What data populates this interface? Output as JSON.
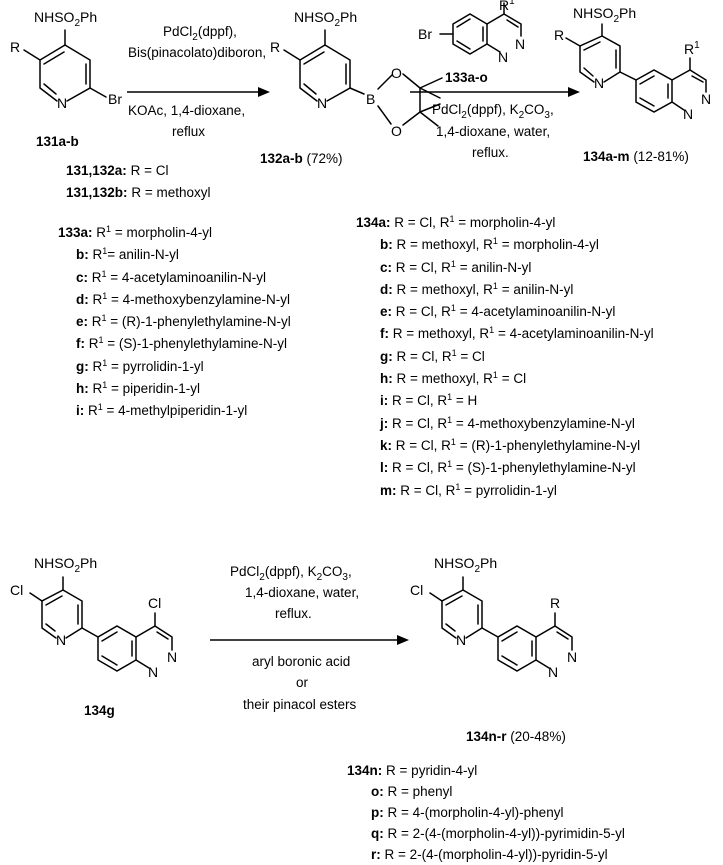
{
  "scheme": {
    "compounds": {
      "c131": {
        "label": "131a-b",
        "substituent_top": "NHSO2Ph",
        "substituent_left": "R",
        "atom_ring": "N",
        "atom_br": "Br"
      },
      "c132": {
        "label": "132a-b",
        "yield": "(72%)",
        "substituent_top": "NHSO2Ph",
        "substituent_left": "R",
        "atom_ring": "N",
        "atom_b": "B",
        "atom_o": "O"
      },
      "c133": {
        "label": "133a-o",
        "atom_br": "Br",
        "substituent": "R1",
        "atom_n": "N"
      },
      "c134": {
        "label": "134a-m",
        "yield": "(12-81%)",
        "substituent_top": "NHSO2Ph",
        "substituent_left": "R",
        "substituent_r1": "R1",
        "atom_n": "N"
      },
      "c134g": {
        "label": "134g",
        "substituent_top": "NHSO2Ph",
        "atom_cl": "Cl",
        "atom_n": "N"
      },
      "c134nr": {
        "label": "134n-r",
        "yield": "(20-48%)",
        "substituent_top": "NHSO2Ph",
        "atom_cl": "Cl",
        "substituent_r": "R",
        "atom_n": "N"
      }
    },
    "reactions": {
      "step1": {
        "above": [
          "PdCl2(dppf),",
          "Bis(pinacolato)diboron,"
        ],
        "below": [
          "KOAc, 1,4-dioxane,",
          "reflux"
        ]
      },
      "step2": {
        "below": [
          "PdCl2(dppf), K2CO3,",
          "1,4-dioxane, water,",
          "reflux."
        ]
      },
      "step3": {
        "above": [
          "PdCl2(dppf), K2CO3,",
          "1,4-dioxane, water,",
          "reflux."
        ],
        "below": [
          "aryl boronic acid",
          "or",
          "their pinacol esters"
        ]
      }
    },
    "r_definitions": [
      {
        "label": "131,132a:",
        "text": "R = Cl"
      },
      {
        "label": "131,132b:",
        "text": "R = methoxyl"
      }
    ],
    "list_133": [
      {
        "label": "133a:",
        "text": "R1 = morpholin-4-yl"
      },
      {
        "label": "b:",
        "text": "R1= anilin-N-yl"
      },
      {
        "label": "c:",
        "text": "R1 = 4-acetylaminoanilin-N-yl"
      },
      {
        "label": "d:",
        "text": "R1 = 4-methoxybenzylamine-N-yl"
      },
      {
        "label": "e:",
        "text": "R1 = (R)-1-phenylethylamine-N-yl"
      },
      {
        "label": "f:",
        "text": "R1 = (S)-1-phenylethylamine-N-yl"
      },
      {
        "label": "g:",
        "text": "R1 = pyrrolidin-1-yl"
      },
      {
        "label": "h:",
        "text": "R1 = piperidin-1-yl"
      },
      {
        "label": "i:",
        "text": "R1 = 4-methylpiperidin-1-yl"
      }
    ],
    "list_134": [
      {
        "label": "134a:",
        "text": "R = Cl, R1 = morpholin-4-yl"
      },
      {
        "label": "b:",
        "text": "R = methoxyl, R1 = morpholin-4-yl"
      },
      {
        "label": "c:",
        "text": "R = Cl, R1 = anilin-N-yl"
      },
      {
        "label": "d:",
        "text": "R = methoxyl, R1 = anilin-N-yl"
      },
      {
        "label": "e:",
        "text": "R = Cl, R1 = 4-acetylaminoanilin-N-yl"
      },
      {
        "label": "f:",
        "text": "R = methoxyl, R1 = 4-acetylaminoanilin-N-yl"
      },
      {
        "label": "g:",
        "text": "R = Cl, R1 = Cl"
      },
      {
        "label": "h:",
        "text": "R = methoxyl, R1 = Cl"
      },
      {
        "label": "i:",
        "text": "R = Cl, R1 = H"
      },
      {
        "label": "j:",
        "text": "R = Cl, R1 = 4-methoxybenzylamine-N-yl"
      },
      {
        "label": "k:",
        "text": "R = Cl, R1 = (R)-1-phenylethylamine-N-yl"
      },
      {
        "label": "l:",
        "text": "R = Cl, R1 = (S)-1-phenylethylamine-N-yl"
      },
      {
        "label": "m:",
        "text": "R = Cl, R1 = pyrrolidin-1-yl"
      }
    ],
    "list_134nr": [
      {
        "label": "134n:",
        "text": "R = pyridin-4-yl"
      },
      {
        "label": "o:",
        "text": "R = phenyl"
      },
      {
        "label": "p:",
        "text": "R = 4-(morpholin-4-yl)-phenyl"
      },
      {
        "label": "q:",
        "text": "R = 2-(4-(morpholin-4-yl))-pyrimidin-5-yl"
      },
      {
        "label": "r:",
        "text": "R = 2-(4-(morpholin-4-yl))-pyridin-5-yl"
      }
    ]
  }
}
